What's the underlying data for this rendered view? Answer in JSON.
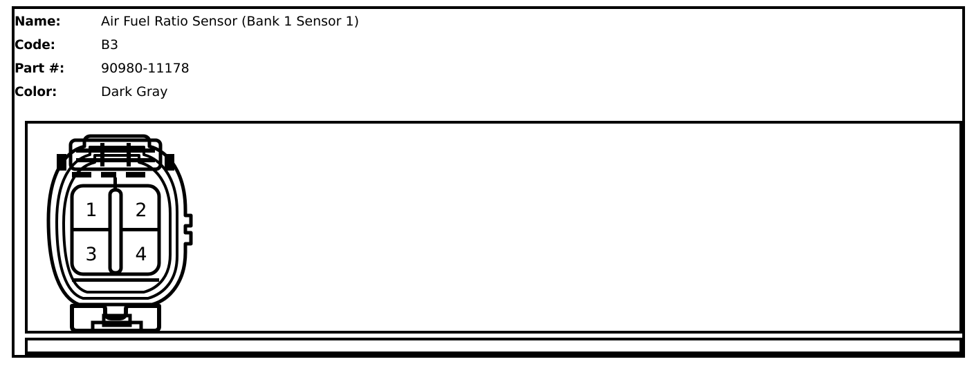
{
  "spec": {
    "rows": [
      {
        "label": "Name:",
        "value": "Air Fuel Ratio Sensor (Bank 1 Sensor 1)"
      },
      {
        "label": "Code:",
        "value": "B3"
      },
      {
        "label": "Part #:",
        "value": "90980-11178"
      },
      {
        "label": "Color:",
        "value": "Dark Gray"
      }
    ]
  },
  "diagram": {
    "type": "connector-pinout",
    "description": "Four-cavity automotive connector face view with locking tab at top and latch at bottom",
    "cavity_count": 4,
    "pins": [
      {
        "number": "1",
        "position": "top-left"
      },
      {
        "number": "2",
        "position": "top-right"
      },
      {
        "number": "3",
        "position": "bottom-left"
      },
      {
        "number": "4",
        "position": "bottom-right"
      }
    ]
  },
  "colors": {
    "ink": "#000000",
    "paper": "#ffffff"
  }
}
